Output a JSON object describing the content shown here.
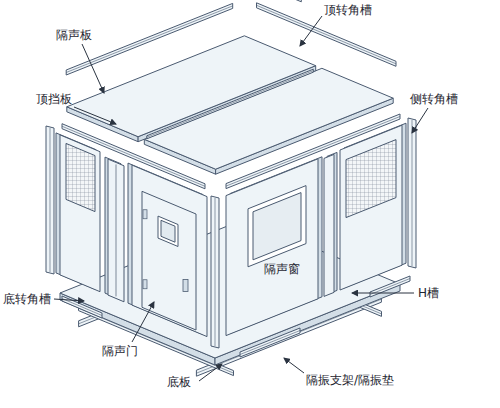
{
  "diagram": {
    "labels": [
      "顶转角槽",
      "隔声板",
      "顶挡板",
      "侧转角槽",
      "隔声窗",
      "H槽",
      "底转角槽",
      "隔声门",
      "底板",
      "隔振支架/隔振垫"
    ]
  }
}
